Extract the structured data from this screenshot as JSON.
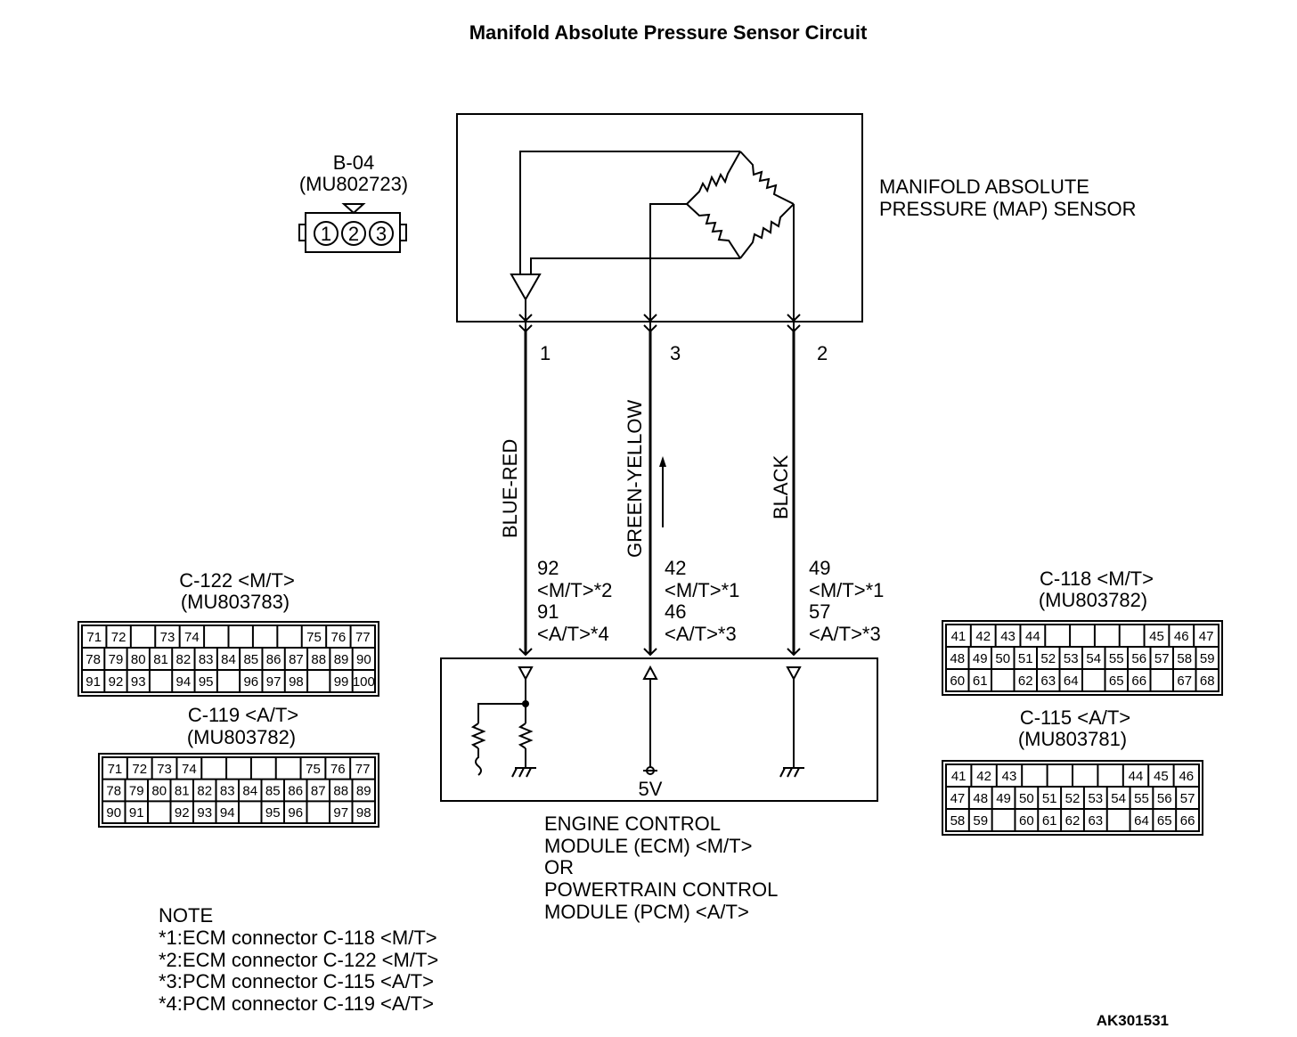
{
  "title": "Manifold Absolute Pressure Sensor Circuit",
  "sensor": {
    "connector_id": "B-04",
    "connector_part": "(MU802723)",
    "pins": [
      "1",
      "2",
      "3"
    ],
    "name_line1": "MANIFOLD ABSOLUTE",
    "name_line2": "PRESSURE (MAP) SENSOR"
  },
  "wires": [
    {
      "sensor_pin": "1",
      "color": "BLUE-RED",
      "ecm_line1": "92",
      "ecm_line2": "<M/T>*2",
      "ecm_line3": "91",
      "ecm_line4": "<A/T>*4"
    },
    {
      "sensor_pin": "3",
      "color": "GREEN-YELLOW",
      "ecm_line1": "42",
      "ecm_line2": "<M/T>*1",
      "ecm_line3": "46",
      "ecm_line4": "<A/T>*3"
    },
    {
      "sensor_pin": "2",
      "color": "BLACK",
      "ecm_line1": "49",
      "ecm_line2": "<M/T>*1",
      "ecm_line3": "57",
      "ecm_line4": "<A/T>*3"
    }
  ],
  "ecm": {
    "supply": "5V",
    "name_lines": [
      "ENGINE CONTROL",
      "MODULE (ECM) <M/T>",
      "OR",
      "POWERTRAIN CONTROL",
      "MODULE (PCM) <A/T>"
    ]
  },
  "connectors": {
    "c122": {
      "id": "C-122 <M/T>",
      "part": "(MU803783)",
      "rows": [
        [
          "71",
          "72",
          "",
          "73",
          "74",
          "",
          "",
          "",
          "",
          "75",
          "76",
          "77"
        ],
        [
          "78",
          "79",
          "80",
          "81",
          "82",
          "83",
          "84",
          "85",
          "86",
          "87",
          "88",
          "89",
          "90"
        ],
        [
          "91",
          "92",
          "93",
          "",
          "94",
          "95",
          "",
          "96",
          "97",
          "98",
          "",
          "99",
          "100"
        ]
      ]
    },
    "c119": {
      "id": "C-119 <A/T>",
      "part": "(MU803782)",
      "rows": [
        [
          "71",
          "72",
          "73",
          "74",
          "",
          "",
          "",
          "",
          "75",
          "76",
          "77"
        ],
        [
          "78",
          "79",
          "80",
          "81",
          "82",
          "83",
          "84",
          "85",
          "86",
          "87",
          "88",
          "89"
        ],
        [
          "90",
          "91",
          "",
          "92",
          "93",
          "94",
          "",
          "95",
          "96",
          "",
          "97",
          "98"
        ]
      ]
    },
    "c118": {
      "id": "C-118 <M/T>",
      "part": "(MU803782)",
      "rows": [
        [
          "41",
          "42",
          "43",
          "44",
          "",
          "",
          "",
          "",
          "45",
          "46",
          "47"
        ],
        [
          "48",
          "49",
          "50",
          "51",
          "52",
          "53",
          "54",
          "55",
          "56",
          "57",
          "58",
          "59"
        ],
        [
          "60",
          "61",
          "",
          "62",
          "63",
          "64",
          "",
          "65",
          "66",
          "",
          "67",
          "68"
        ]
      ]
    },
    "c115": {
      "id": "C-115 <A/T>",
      "part": "(MU803781)",
      "rows": [
        [
          "41",
          "42",
          "43",
          "",
          "",
          "",
          "",
          "44",
          "45",
          "46"
        ],
        [
          "47",
          "48",
          "49",
          "50",
          "51",
          "52",
          "53",
          "54",
          "55",
          "56",
          "57"
        ],
        [
          "58",
          "59",
          "",
          "60",
          "61",
          "62",
          "63",
          "",
          "64",
          "65",
          "66"
        ]
      ]
    }
  },
  "note": {
    "heading": "NOTE",
    "lines": [
      "*1:ECM connector C-118 <M/T>",
      "*2:ECM connector C-122 <M/T>",
      "*3:PCM connector C-115 <A/T>",
      "*4:PCM connector C-119 <A/T>"
    ]
  },
  "figure_code": "AK301531"
}
